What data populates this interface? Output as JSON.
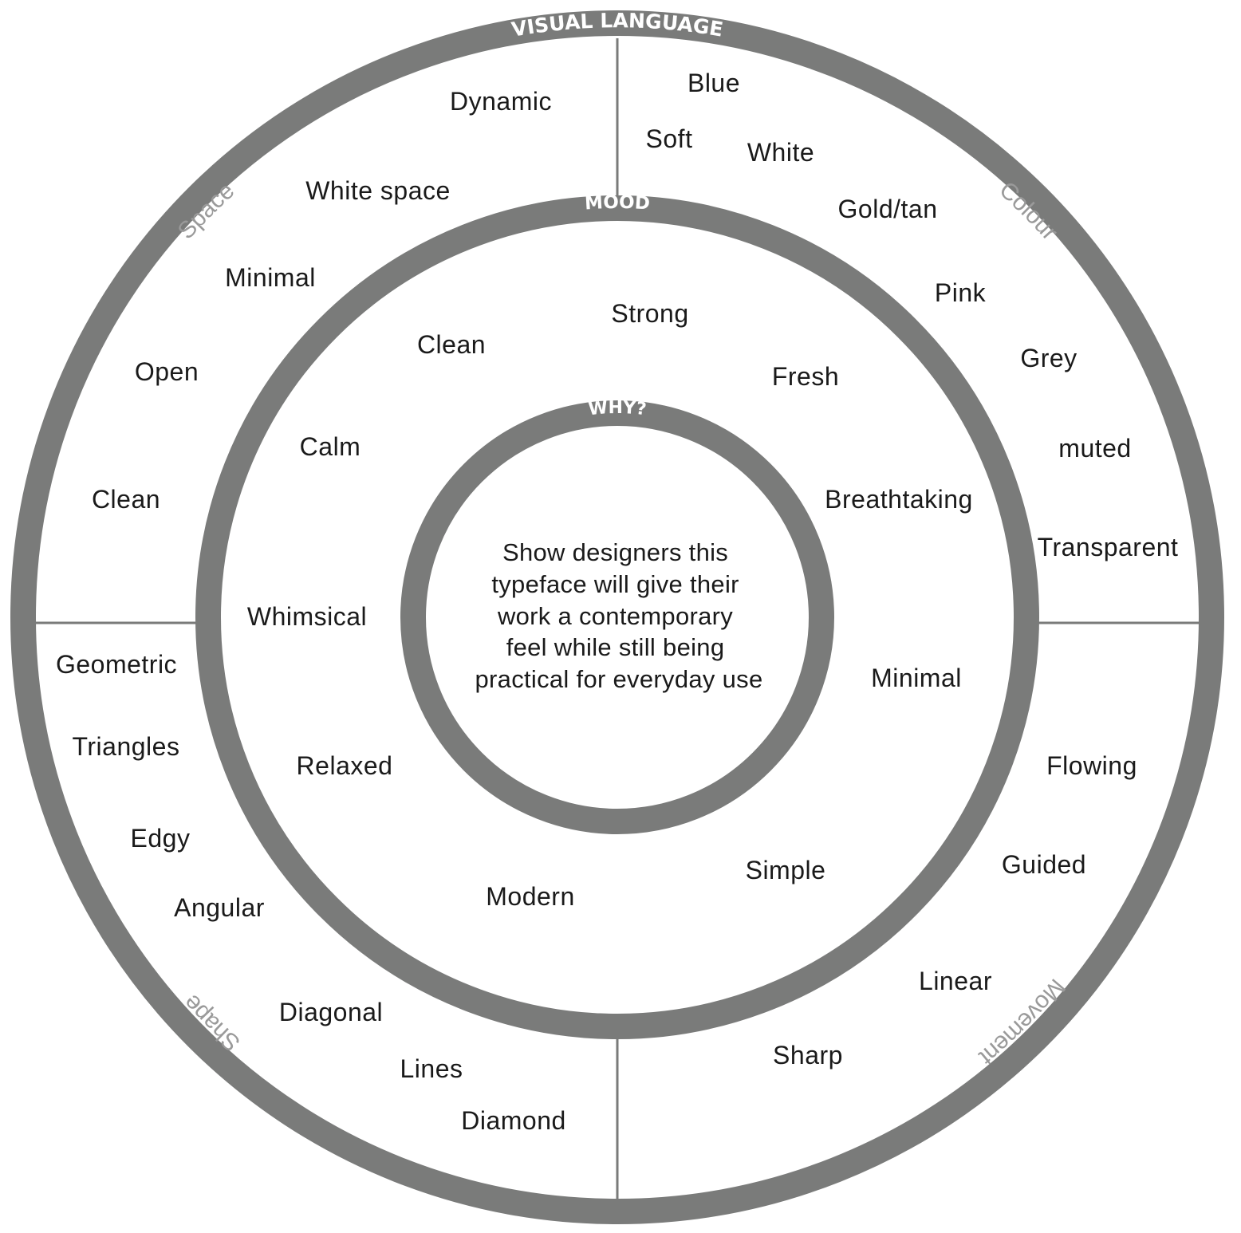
{
  "rings": {
    "outer_title": "VISUAL LANGUAGE",
    "middle_title": "MOOD",
    "inner_title": "WHY?"
  },
  "colors": {
    "ring": "#7a7b7a",
    "text": "#1a1a1a",
    "quadrant_label": "#9a9a9a"
  },
  "center": {
    "lines": [
      "Show designers this",
      "typeface will give their",
      "work a contemporary",
      "feel while still being",
      "practical for everyday use"
    ]
  },
  "quadrant_labels": {
    "space": "Space",
    "colour": "Colour",
    "shape": "Shape",
    "movement": "Movement"
  },
  "space_words": [
    "Dynamic",
    "White space",
    "Minimal",
    "Open",
    "Clean"
  ],
  "colour_words": [
    "Blue",
    "Soft",
    "White",
    "Gold/tan",
    "Pink",
    "Grey",
    "muted",
    "Transparent"
  ],
  "shape_words": [
    "Geometric",
    "Triangles",
    "Edgy",
    "Angular",
    "Diagonal",
    "Lines",
    "Diamond"
  ],
  "movement_words": [
    "Flowing",
    "Guided",
    "Linear",
    "Sharp"
  ],
  "mood_words": [
    "Strong",
    "Clean",
    "Fresh",
    "Calm",
    "Breathtaking",
    "Whimsical",
    "Minimal",
    "Relaxed",
    "Simple",
    "Modern"
  ]
}
